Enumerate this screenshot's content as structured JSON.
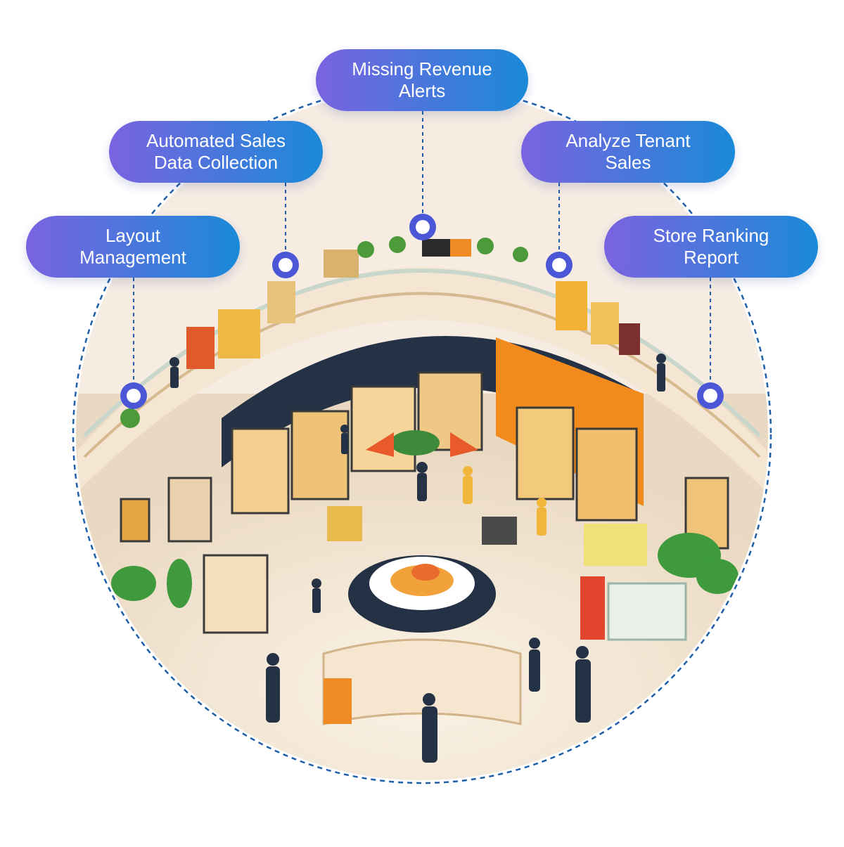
{
  "colors": {
    "pill_gradient_start": "#7a63e0",
    "pill_gradient_end": "#1a8ad8",
    "dashed_line": "#1f5fa8",
    "node_ring": "#4b57d6",
    "node_center": "#ffffff"
  },
  "labels": [
    {
      "id": "missing_revenue_alerts",
      "line1": "Missing Revenue",
      "line2": "Alerts"
    },
    {
      "id": "automated_sales_data_collection",
      "line1": "Automated Sales",
      "line2": "Data Collection"
    },
    {
      "id": "analyze_tenant_sales",
      "line1": "Analyze Tenant",
      "line2": "Sales"
    },
    {
      "id": "layout_management",
      "line1": "Layout",
      "line2": "Management"
    },
    {
      "id": "store_ranking_report",
      "line1": "Store Ranking",
      "line2": "Report"
    }
  ],
  "illustration": {
    "subject": "mall-interior-illustration"
  }
}
